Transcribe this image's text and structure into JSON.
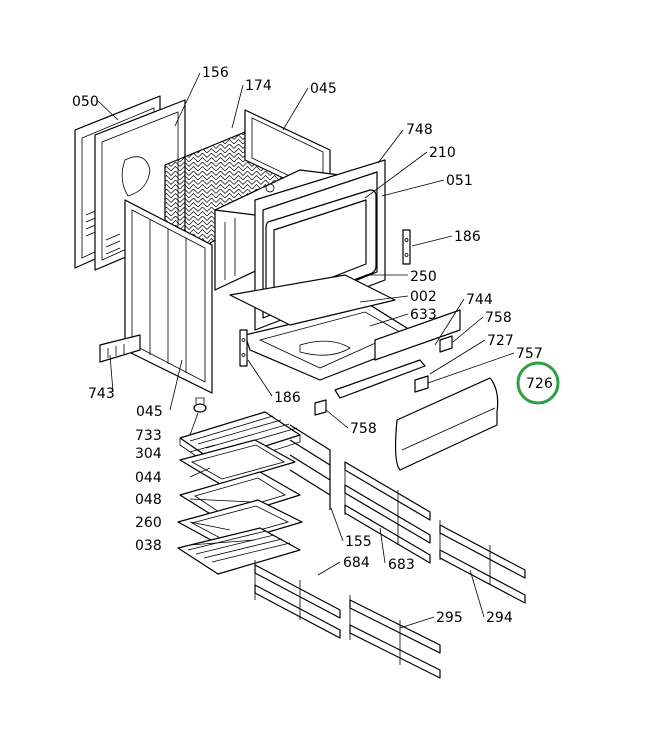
{
  "highlight_color": "#2ea043",
  "labels": {
    "l050": "050",
    "l156": "156",
    "l174": "174",
    "l045a": "045",
    "l748": "748",
    "l210": "210",
    "l051": "051",
    "l186a": "186",
    "l250": "250",
    "l002": "002",
    "l744": "744",
    "l633": "633",
    "l758a": "758",
    "l727": "727",
    "l757": "757",
    "l726": "726",
    "l743": "743",
    "l045b": "045",
    "l186b": "186",
    "l733": "733",
    "l758b": "758",
    "l304": "304",
    "l044": "044",
    "l048": "048",
    "l260": "260",
    "l038": "038",
    "l155": "155",
    "l683": "683",
    "l684": "684",
    "l295": "295",
    "l294": "294"
  }
}
